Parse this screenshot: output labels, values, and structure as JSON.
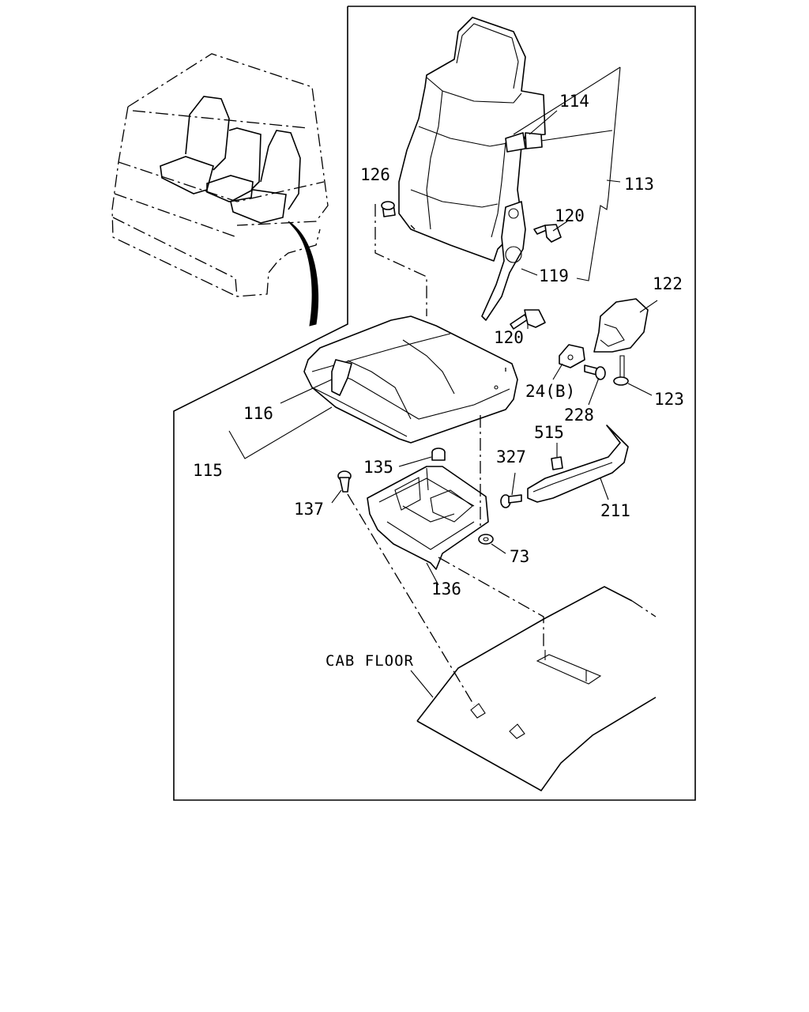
{
  "figure": {
    "callouts": [
      {
        "id": "c114",
        "text": "114"
      },
      {
        "id": "c113",
        "text": "113"
      },
      {
        "id": "c126",
        "text": "126"
      },
      {
        "id": "c120a",
        "text": "120"
      },
      {
        "id": "c119",
        "text": "119"
      },
      {
        "id": "c120b",
        "text": "120"
      },
      {
        "id": "c122",
        "text": "122"
      },
      {
        "id": "c24b",
        "text": "24(B)"
      },
      {
        "id": "c123",
        "text": "123"
      },
      {
        "id": "c228",
        "text": "228"
      },
      {
        "id": "c116",
        "text": "116"
      },
      {
        "id": "c115",
        "text": "115"
      },
      {
        "id": "c515",
        "text": "515"
      },
      {
        "id": "c135",
        "text": "135"
      },
      {
        "id": "c327",
        "text": "327"
      },
      {
        "id": "c137",
        "text": "137"
      },
      {
        "id": "c211",
        "text": "211"
      },
      {
        "id": "c73",
        "text": "73"
      },
      {
        "id": "c136",
        "text": "136"
      }
    ],
    "floor_label": "CAB FLOOR"
  }
}
